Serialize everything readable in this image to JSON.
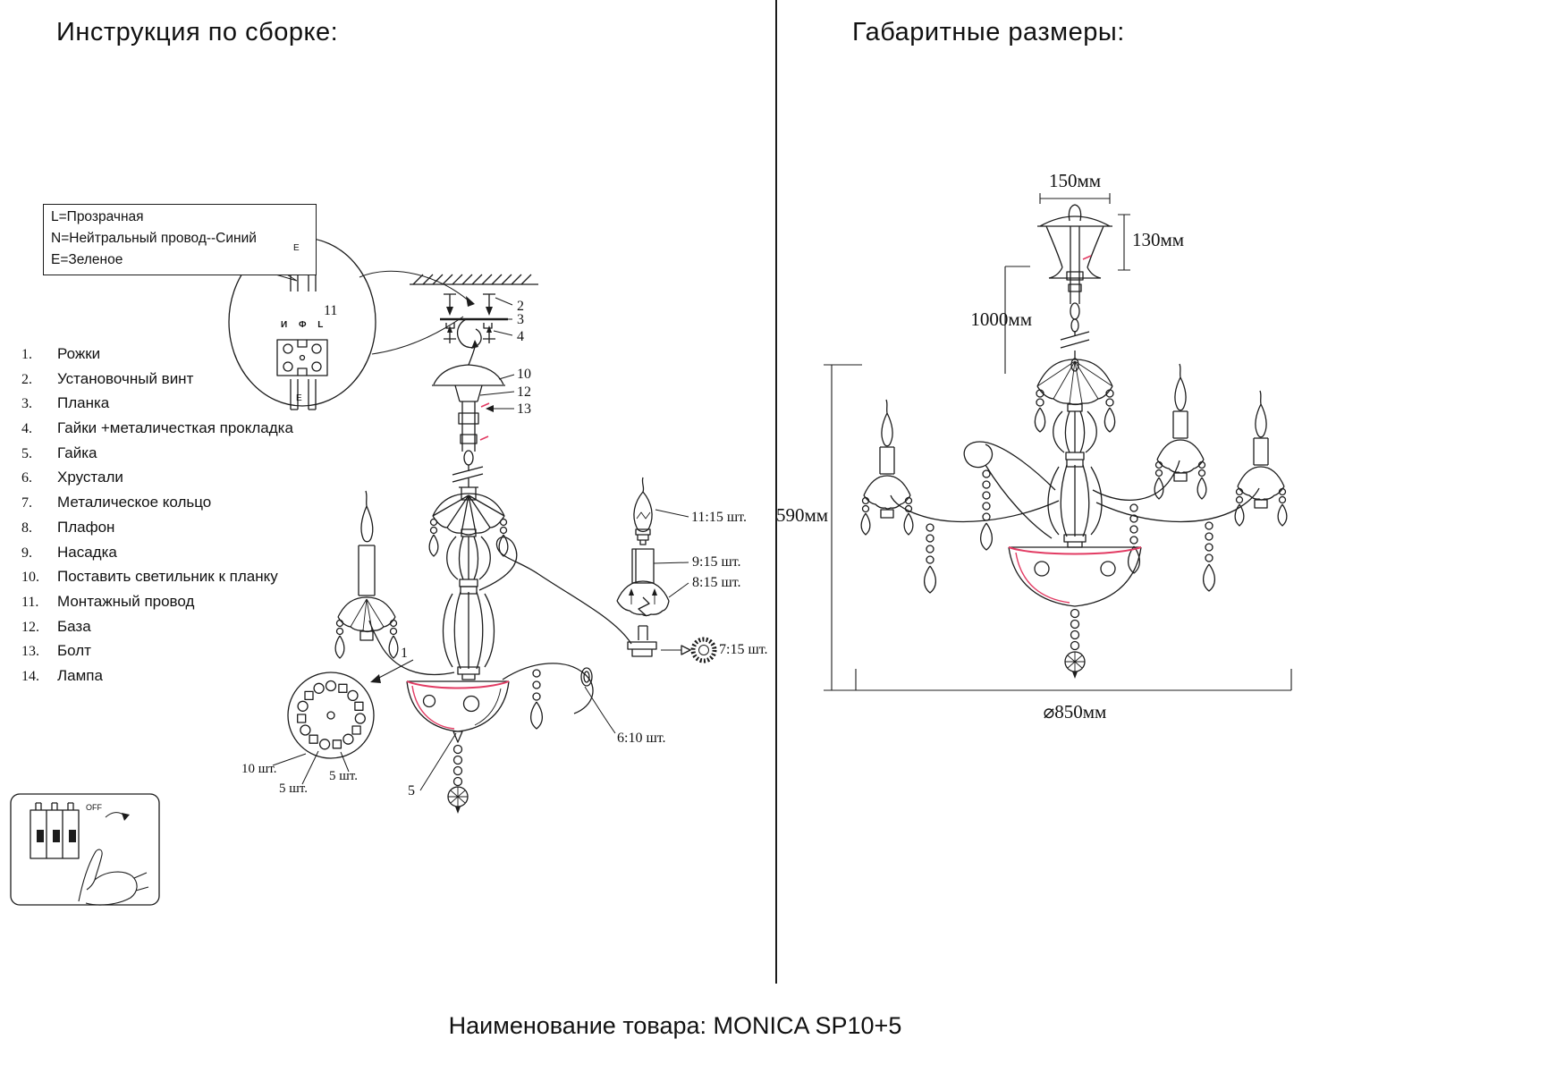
{
  "colors": {
    "line": "#1c1c1c",
    "accent": "#e23b63"
  },
  "left_panel": {
    "title": "Инструкция по сборке:",
    "wiring_note": [
      "L=Прозрачная",
      "N=Нейтральный провод--Синий",
      "E=Зеленое"
    ],
    "parts": [
      {
        "num": "1.",
        "name": "Рожки"
      },
      {
        "num": "2.",
        "name": "Установочный винт"
      },
      {
        "num": "3.",
        "name": "Планка"
      },
      {
        "num": "4.",
        "name": "Гайки +металичесткая прокладка"
      },
      {
        "num": "5.",
        "name": "Гайка"
      },
      {
        "num": "6.",
        "name": "Хрустали"
      },
      {
        "num": "7.",
        "name": "Металическое кольцо"
      },
      {
        "num": "8.",
        "name": "Плафон"
      },
      {
        "num": "9.",
        "name": "Насадка"
      },
      {
        "num": "10.",
        "name": "Поставить светильник к планку"
      },
      {
        "num": "11.",
        "name": "Монтажный провод"
      },
      {
        "num": "12.",
        "name": "База"
      },
      {
        "num": "13.",
        "name": "Болт"
      },
      {
        "num": "14.",
        "name": "Лампа"
      }
    ],
    "callouts": {
      "screws": "2",
      "plate": "3",
      "nuts": "4",
      "canopy": "10",
      "base": "12",
      "bolt": "13",
      "wire": "11",
      "arm": "1",
      "bowl_num": "5",
      "bulb_qty": "11:15 шт.",
      "sleeve_qty": "9:15 шт.",
      "shade_qty": "8:15 шт.",
      "ring_qty": "7:15 шт.",
      "crystal_qty": "6:10 шт.",
      "qty_10": "10 шт.",
      "qty_5a": "5 шт.",
      "qty_5b": "5 шт."
    },
    "terminal": {
      "top": "E",
      "row": "И Ф L",
      "bottom": "E"
    },
    "switch_label": "OFF"
  },
  "right_panel": {
    "title": "Габаритные размеры:",
    "dims": {
      "canopy_width": "150мм",
      "canopy_height": "130мм",
      "suspension": "1000мм",
      "body_height": "590мм",
      "diameter": "⌀850мм"
    }
  },
  "footer": {
    "product": "Наименование товара: MONICA SP10+5"
  }
}
